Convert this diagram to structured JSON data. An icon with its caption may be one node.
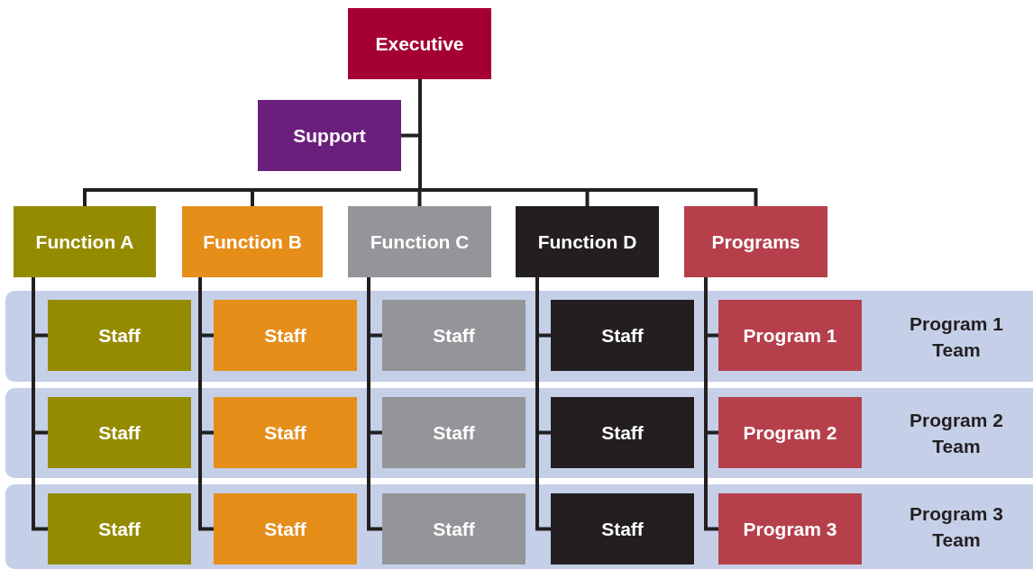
{
  "diagram": {
    "nodes": [
      {
        "text": [
          "Executive"
        ]
      },
      {
        "text": [
          "Support"
        ]
      },
      {
        "text": [
          "Function A"
        ]
      },
      {
        "text": [
          "Function B"
        ]
      },
      {
        "text": [
          "Function C"
        ]
      },
      {
        "text": [
          "Function D"
        ]
      },
      {
        "text": [
          "Programs"
        ]
      },
      {
        "text": [
          "Program 1 Team"
        ]
      },
      {
        "text": [
          "Staff"
        ],
        "in": 7
      },
      {
        "text": [
          "Staff"
        ],
        "in": 7
      },
      {
        "text": [
          "Staff"
        ],
        "in": 7
      },
      {
        "text": [
          "Staff"
        ],
        "in": 7
      },
      {
        "text": [
          "Program 1"
        ],
        "in": 7
      },
      {
        "text": [
          "Program 2 Team"
        ]
      },
      {
        "text": [
          "Staff"
        ],
        "in": 13
      },
      {
        "text": [
          "Staff"
        ],
        "in": 13
      },
      {
        "text": [
          "Staff"
        ],
        "in": 13
      },
      {
        "text": [
          "Staff"
        ],
        "in": 13
      },
      {
        "text": [
          "Program 2"
        ],
        "in": 13
      },
      {
        "text": [
          "Program 3 Team"
        ]
      },
      {
        "text": [
          "Staff"
        ],
        "in": 19
      },
      {
        "text": [
          "Staff"
        ],
        "in": 19
      },
      {
        "text": [
          "Staff"
        ],
        "in": 19
      },
      {
        "text": [
          "Staff"
        ],
        "in": 19
      },
      {
        "text": [
          "Program 3"
        ],
        "in": 19
      }
    ],
    "edges": [
      {
        "from": 0,
        "to": 1,
        "arrow": "none"
      },
      {
        "from": 0,
        "to": 2,
        "arrow": "none"
      },
      {
        "from": 0,
        "to": 3,
        "arrow": "none"
      },
      {
        "from": 0,
        "to": 4,
        "arrow": "none"
      },
      {
        "from": 0,
        "to": 5,
        "arrow": "none"
      },
      {
        "from": 0,
        "to": 6,
        "arrow": "none"
      },
      {
        "from": 2,
        "to": 8,
        "arrow": "none"
      },
      {
        "from": 2,
        "to": 14,
        "arrow": "none"
      },
      {
        "from": 2,
        "to": 20,
        "arrow": "none"
      },
      {
        "from": 3,
        "to": 9,
        "arrow": "none"
      },
      {
        "from": 3,
        "to": 15,
        "arrow": "none"
      },
      {
        "from": 3,
        "to": 21,
        "arrow": "none"
      },
      {
        "from": 4,
        "to": 10,
        "arrow": "none"
      },
      {
        "from": 4,
        "to": 16,
        "arrow": "none"
      },
      {
        "from": 4,
        "to": 22,
        "arrow": "none"
      },
      {
        "from": 5,
        "to": 11,
        "arrow": "none"
      },
      {
        "from": 5,
        "to": 17,
        "arrow": "none"
      },
      {
        "from": 5,
        "to": 23,
        "arrow": "none"
      },
      {
        "from": 6,
        "to": 12,
        "arrow": "none"
      },
      {
        "from": 6,
        "to": 18,
        "arrow": "none"
      },
      {
        "from": 6,
        "to": 24,
        "arrow": "none"
      }
    ]
  }
}
